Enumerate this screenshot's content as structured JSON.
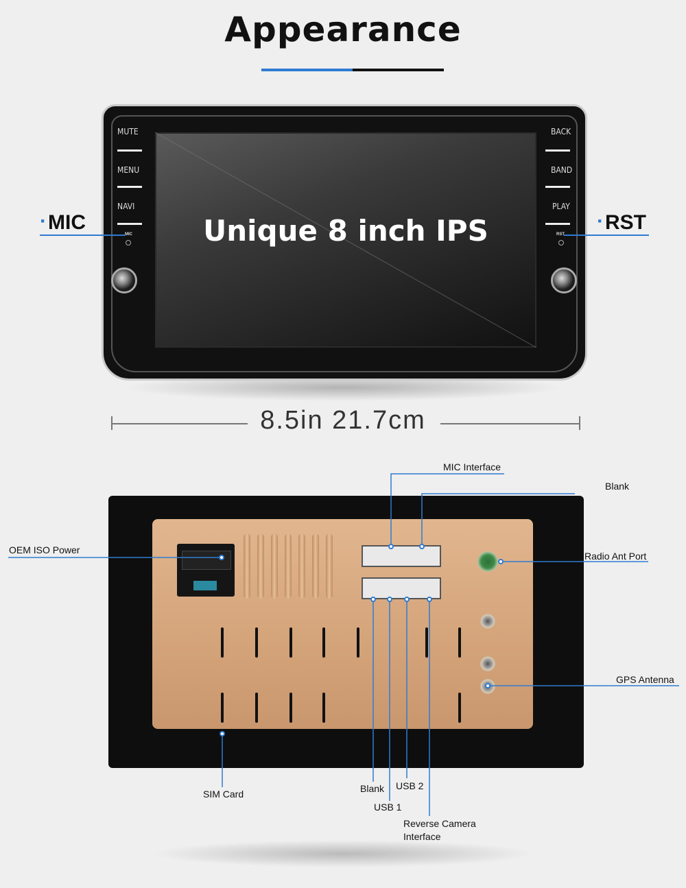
{
  "page": {
    "title": "Appearance",
    "colors": {
      "accent": "#2e7cd1",
      "plate": "#d6a67d",
      "frame": "#0e0e0e"
    }
  },
  "front": {
    "screen_text": "Unique 8 inch IPS",
    "left_buttons": [
      "MUTE",
      "MENU",
      "NAVI"
    ],
    "right_buttons": [
      "BACK",
      "BAND",
      "PLAY"
    ],
    "mic_small": "MIC",
    "rst_small": "RST",
    "callout_left": "MIC",
    "callout_right": "RST",
    "dimension": "8.5in  21.7cm"
  },
  "back": {
    "labels": {
      "mic_interface": "MIC Interface",
      "blank_top": "Blank",
      "oem_iso_power": "OEM ISO Power",
      "radio_ant_port": "Radio Ant Port",
      "gps_antenna": "GPS Antenna",
      "sim_card": "SIM Card",
      "blank_bottom": "Blank",
      "usb1": "USB 1",
      "usb2": "USB 2",
      "reverse_camera_1": "Reverse Camera",
      "reverse_camera_2": "Interface"
    }
  }
}
